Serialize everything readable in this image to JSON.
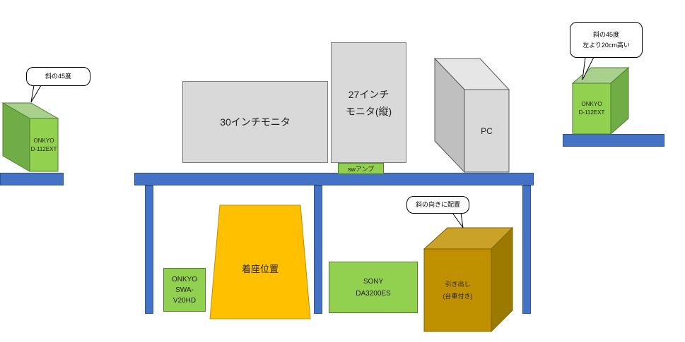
{
  "colors": {
    "shelf": "#4472c4",
    "grey_box": "#d9d9d9",
    "green_box": "#92d050",
    "seat": "#ffc000",
    "drawer": "#bf9000"
  },
  "left_speaker": {
    "label": "ONKYO\nD-112EXT",
    "note": "斜の45度"
  },
  "right_speaker": {
    "label": "ONKYO\nD-112EXT",
    "note": "斜の45度\n左より20cm高い"
  },
  "monitor_30": {
    "label": "30インチモニタ"
  },
  "monitor_27": {
    "label": "27インチ\nモニタ(縦)"
  },
  "sw_amp": {
    "label": "swアンプ"
  },
  "pc": {
    "label": "PC"
  },
  "subwoofer": {
    "label": "ONKYO\nSWA-\nV20HD"
  },
  "seat": {
    "label": "着座位置"
  },
  "receiver": {
    "label": "SONY\nDA3200ES"
  },
  "drawer": {
    "label": "引き出し\n(台車付き)",
    "note": "斜の向きに配置"
  }
}
